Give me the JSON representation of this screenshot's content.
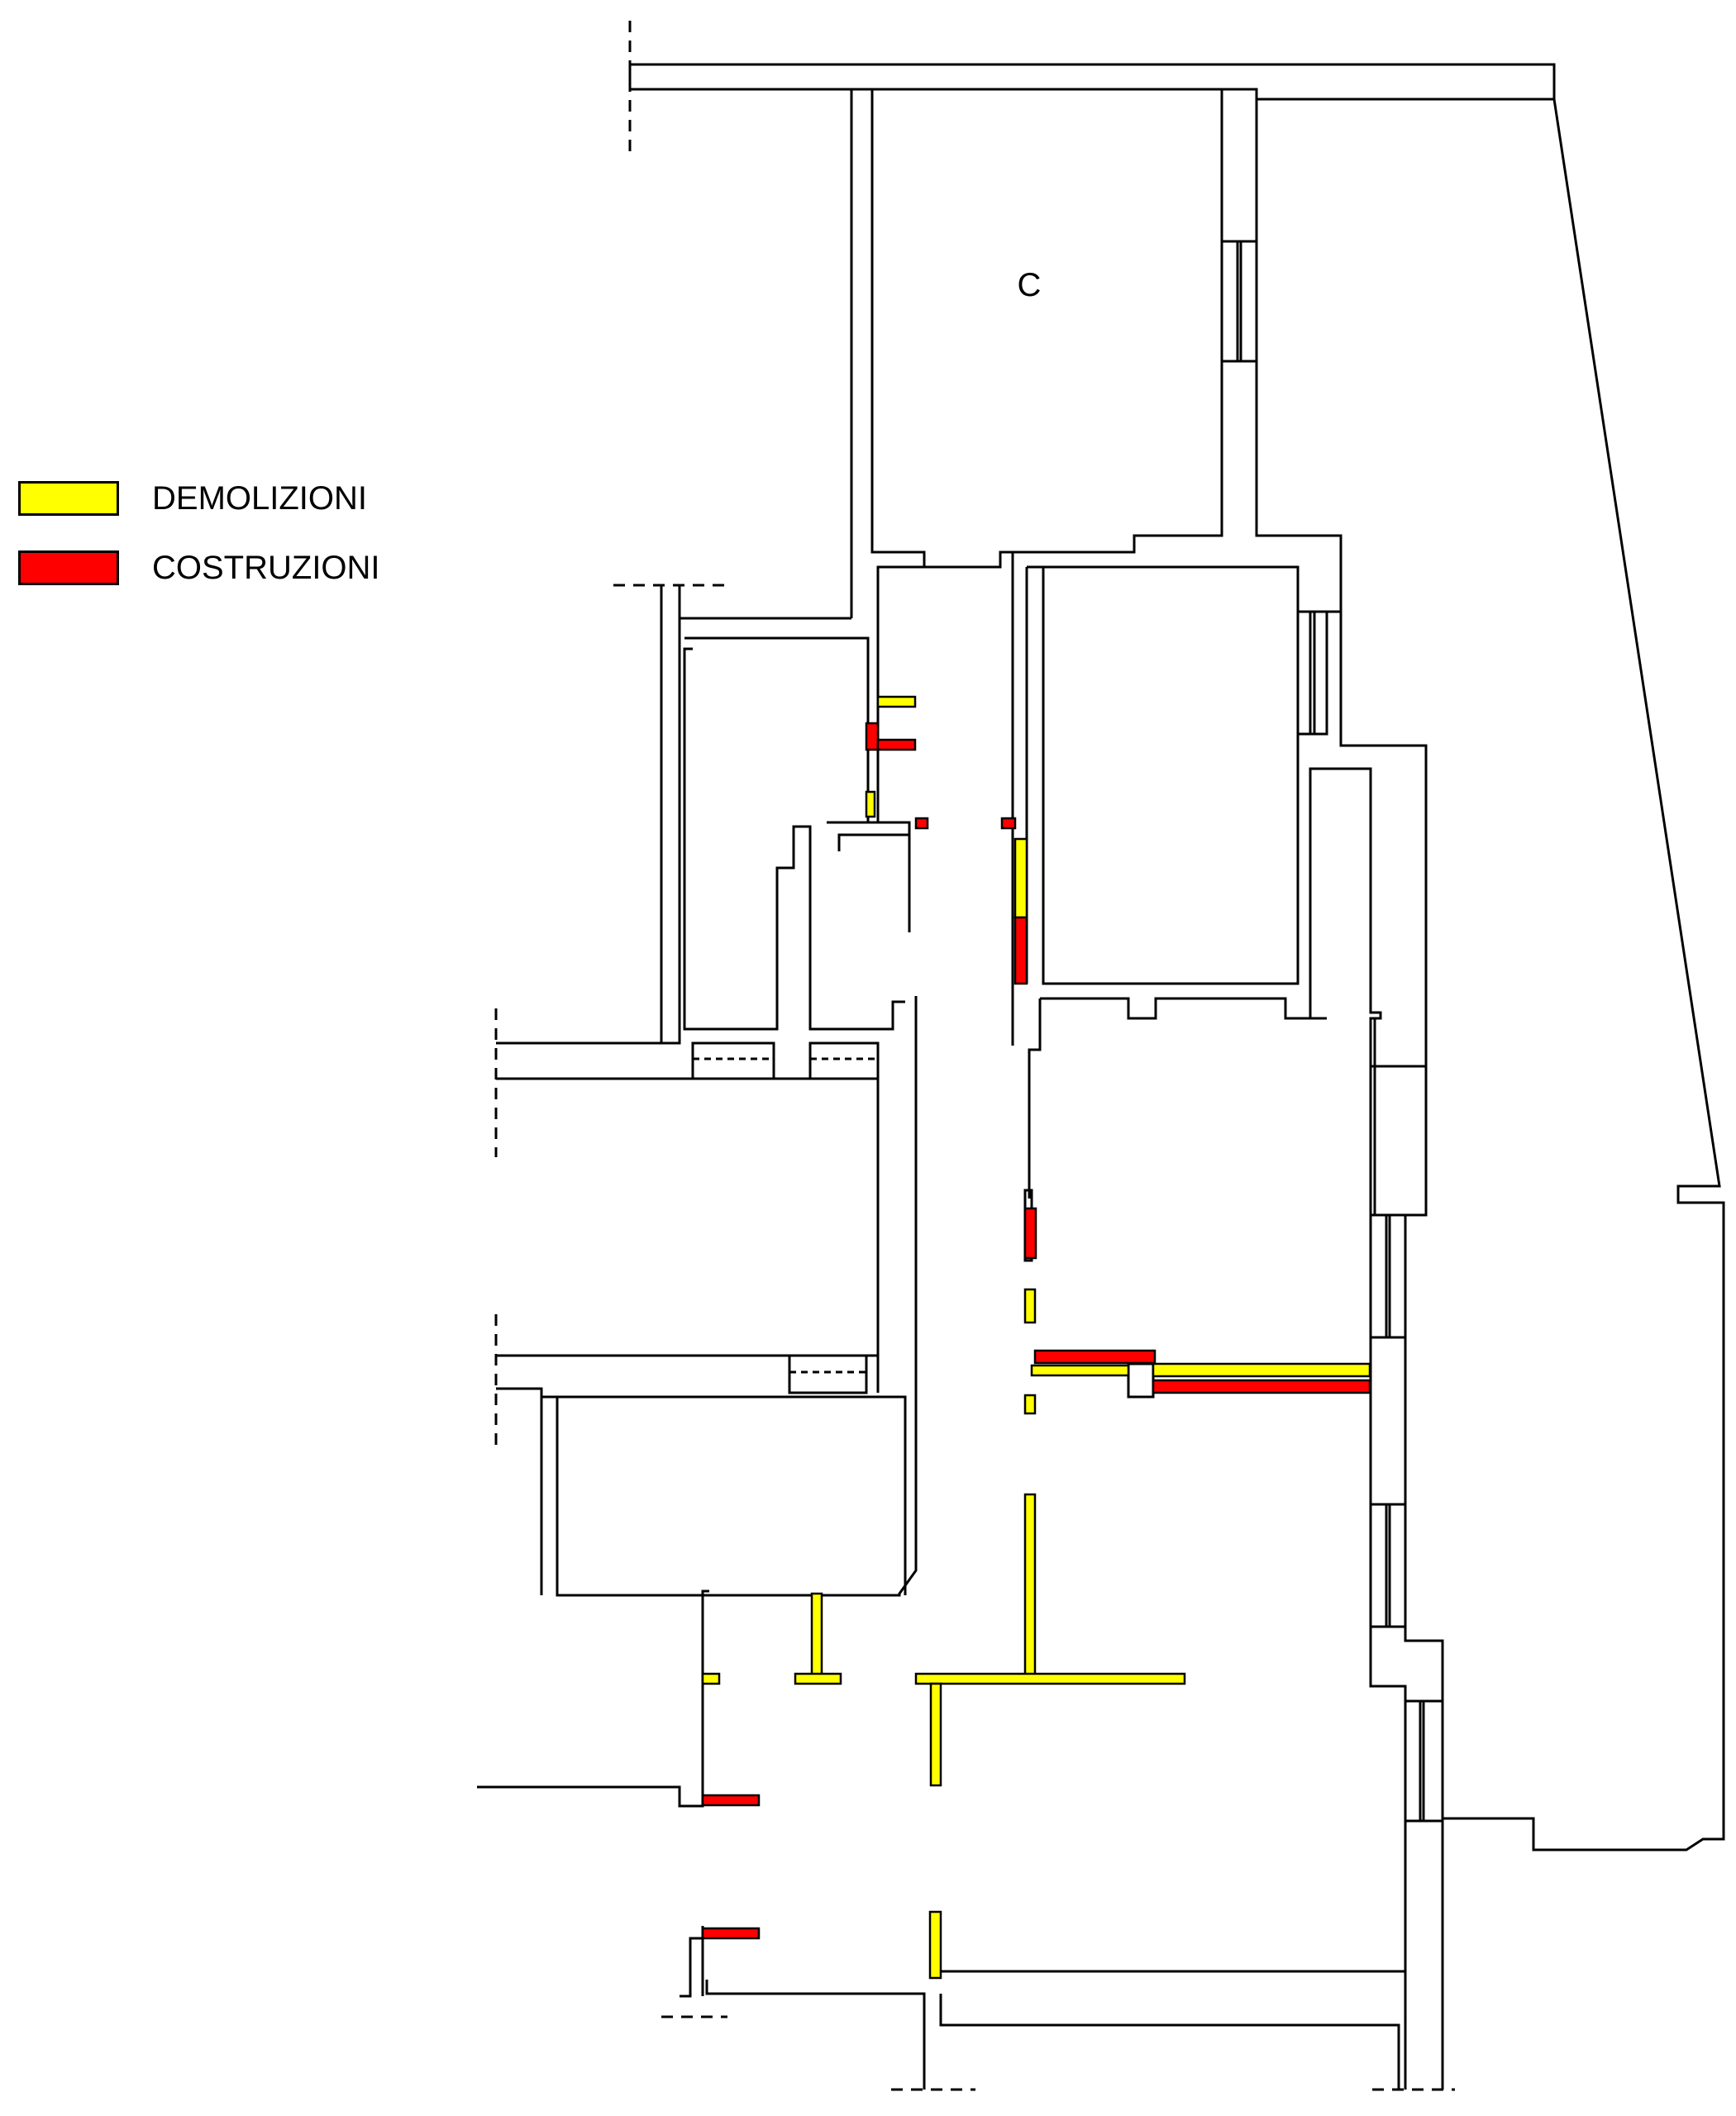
{
  "legend": {
    "items": [
      {
        "label": "DEMOLIZIONI",
        "color": "#ffff00"
      },
      {
        "label": "COSTRUZIONI",
        "color": "#ff0000"
      }
    ]
  },
  "rooms": {
    "room_c": "C"
  },
  "colors": {
    "wall": "#000000",
    "demolition": "#ffff00",
    "construction": "#ff0000",
    "background": "#ffffff"
  }
}
